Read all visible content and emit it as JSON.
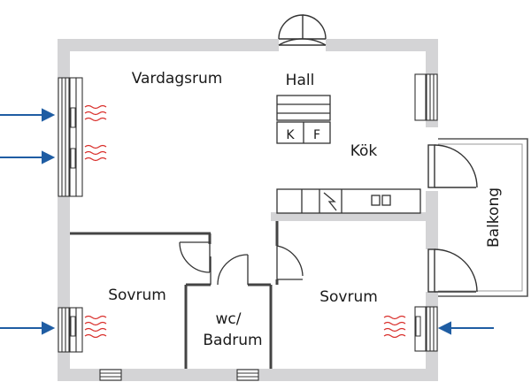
{
  "rooms": {
    "living": "Vardagsrum",
    "hall": "Hall",
    "kitchen": "Kök",
    "balcony": "Balkong",
    "bedroom_left": "Sovrum",
    "bedroom_right": "Sovrum",
    "bathroom_line1": "wc/",
    "bathroom_line2": "Badrum"
  },
  "appliances": {
    "fridge": "K",
    "freezer": "F"
  },
  "colors": {
    "wall": "#d4d4d6",
    "line": "#333333",
    "arrow": "#1f5da3",
    "heat": "#d9302c"
  }
}
